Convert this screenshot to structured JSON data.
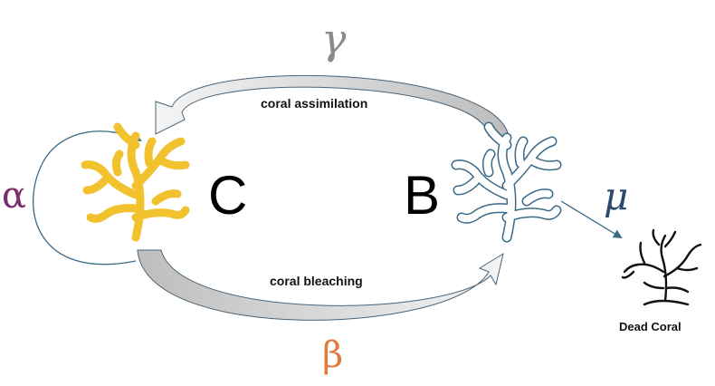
{
  "rates": {
    "gamma": "γ",
    "alpha": "α",
    "beta": "β",
    "mu": "μ"
  },
  "nodes": {
    "coral": "C",
    "bleached": "B"
  },
  "arrows": {
    "top": "coral assimilation",
    "bottom": "coral bleaching"
  },
  "dead_label": "Dead Coral",
  "colors": {
    "gamma": "#8a8a8a",
    "alpha": "#7b2d6b",
    "beta": "#e07b3f",
    "mu": "#2a4a6b",
    "healthy_coral": "#f2c12e",
    "bleached_coral_outline": "#3b6a86",
    "dead_coral": "#111111",
    "arrow_fill": "#c9c9c9",
    "arrow_stroke": "#4a6478"
  },
  "icons": [
    "healthy-coral-icon",
    "bleached-coral-icon",
    "dead-coral-icon"
  ]
}
